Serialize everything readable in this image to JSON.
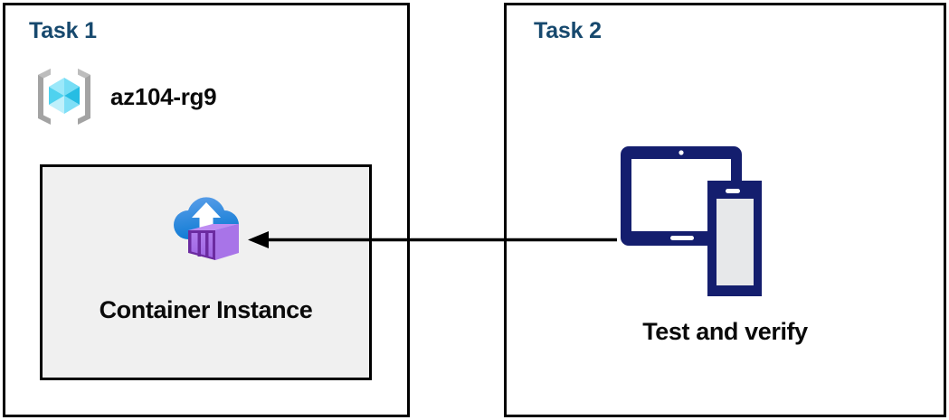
{
  "diagram": {
    "title_color": "#17496E",
    "panels": [
      {
        "id": "task1",
        "title": "Task 1",
        "resource_group": {
          "icon": "azure-resource-group-icon",
          "label": "az104-rg9"
        },
        "card": {
          "icon": "azure-container-instance-icon",
          "label": "Container Instance",
          "fill_color": "#F0F0F0",
          "border_color": "#000000"
        }
      },
      {
        "id": "task2",
        "title": "Task 2",
        "devices": {
          "icon": "tablet-and-phone-devices-icon",
          "label": "Test and verify",
          "color": "#141E6E"
        }
      }
    ],
    "connector": {
      "icon": "left-arrow-icon",
      "direction": "right-to-left",
      "color": "#000000",
      "from": "Test and verify",
      "to": "Container Instance"
    }
  }
}
